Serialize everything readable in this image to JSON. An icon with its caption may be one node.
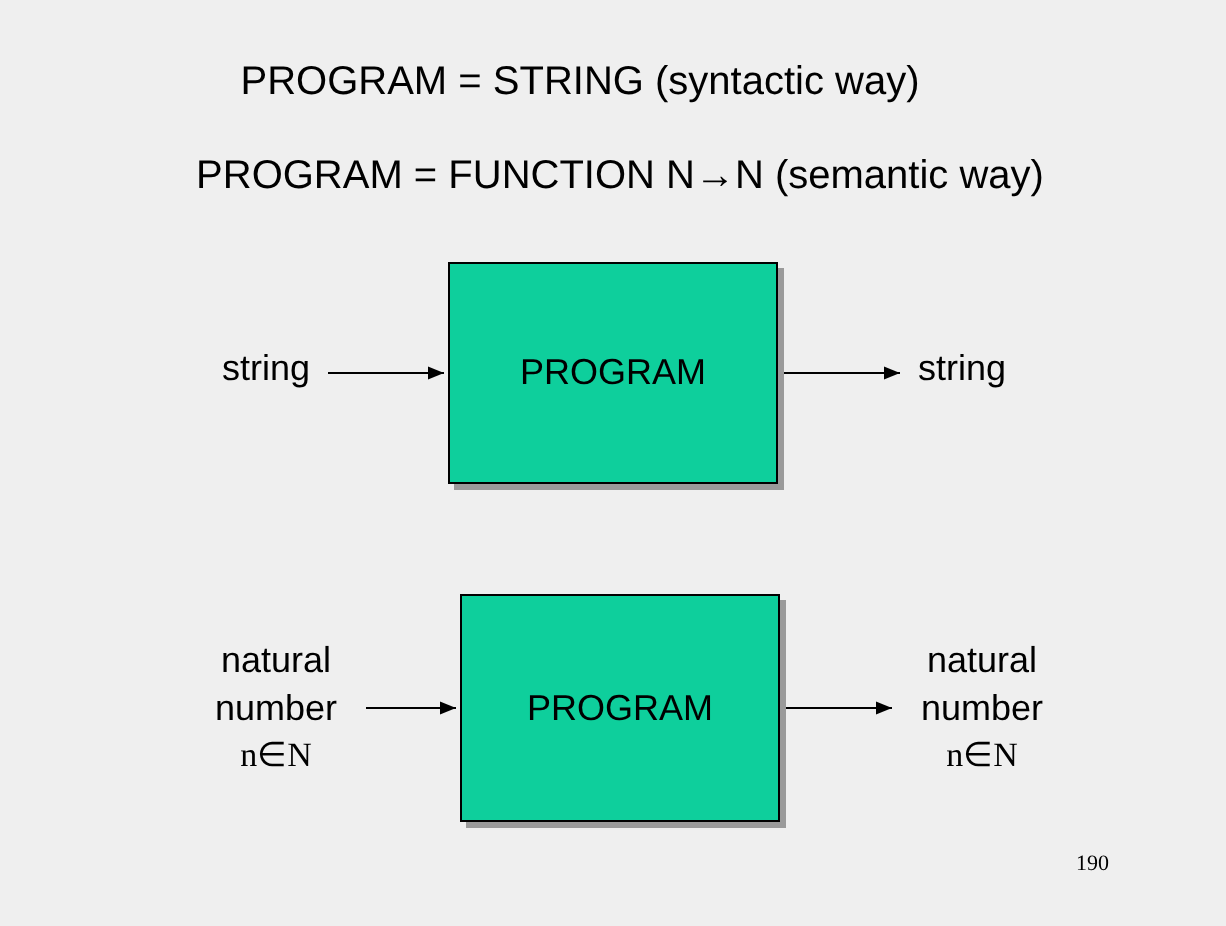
{
  "diagram": {
    "nodes": [
      {
        "text": [
          "string"
        ]
      },
      {
        "text": [
          "PROGRAM"
        ]
      },
      {
        "text": [
          "string"
        ]
      },
      {
        "text": [
          "natural number",
          "n∈N"
        ]
      },
      {
        "text": [
          "PROGRAM"
        ]
      },
      {
        "text": [
          "natural number",
          "n∈N"
        ]
      }
    ],
    "edges": [
      {
        "from": 0,
        "to": 1,
        "arrow": "to"
      },
      {
        "from": 1,
        "to": 2,
        "arrow": "to"
      },
      {
        "from": 3,
        "to": 4,
        "arrow": "to"
      },
      {
        "from": 4,
        "to": 5,
        "arrow": "to"
      }
    ],
    "labels": [
      "PROGRAM = STRING (syntactic way)",
      "PROGRAM = FUNCTION  N→N  (semantic way)",
      "190"
    ]
  }
}
